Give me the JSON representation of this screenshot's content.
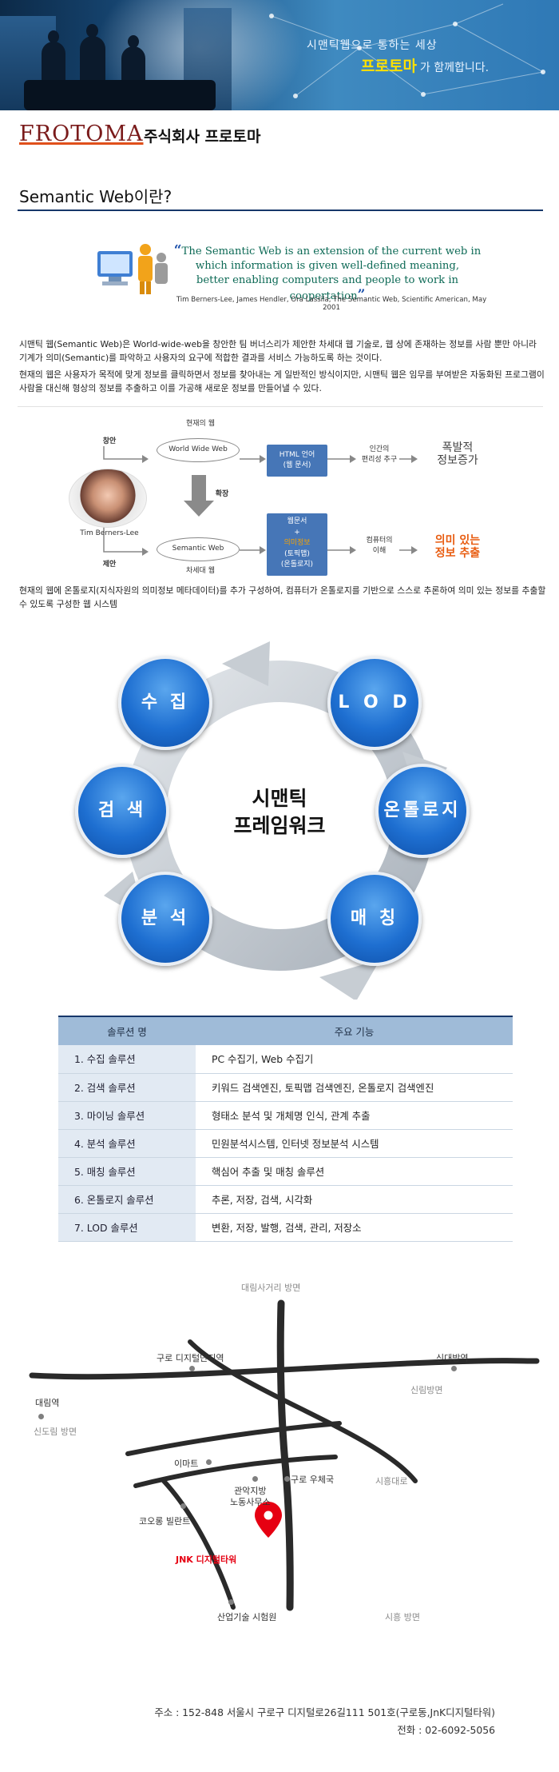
{
  "banner": {
    "slogan_line1": "시맨틱웹으로 통하는 세상",
    "slogan_brand": "프로토마",
    "slogan_rest": "가 함께합니다."
  },
  "company": {
    "logo_text": "FROTOMA",
    "name": "주식회사 프로토마"
  },
  "section": {
    "title": "Semantic Web이란?"
  },
  "quote": {
    "line1": "The Semantic Web is an extension of the current web in",
    "line2": "which information is given well-defined meaning,",
    "line3": "better enabling computers and people to work in coopertation",
    "open_mark": "“",
    "close_mark": "”",
    "citation": "Tim Berners-Lee, James Hendler, Ora Lassila, The Semantic Web, Scientific American, May 2001"
  },
  "paragraphs": {
    "p1": "시맨틱 웹(Semantic Web)은 World-wide-web을 창안한 팀 버너스리가 제안한 차세대 웹 기술로, 웹 상에 존재하는 정보를 사람 뿐만 아니라 기계가 의미(Semantic)를 파악하고 사용자의 요구에 적합한 결과를 서비스 가능하도록 하는 것이다.",
    "p2": "현재의 웹은 사용자가 목적에 맞게 정보를 클릭하면서 정보를 찾아내는 게 일반적인 방식이지만, 시맨틱 웹은 임무를 부여받은 자동화된 프로그램이 사람을 대신해 형상의 정보를 추출하고 이를 가공해 새로운 정보를 만들어낼 수 있다.",
    "p3": "현재의 웹에 온톨로지(지식자원의 의미정보 메타데이터)를 추가 구성하여, 컴퓨터가 온톨로지를 기반으로 스스로 추론하여 의미 있는 정보를 추출할 수 있도록 구성한 웹 시스템"
  },
  "diagram": {
    "current_web_label": "현재의 웹",
    "next_web_label": "차세대 웹",
    "invent_label": "창안",
    "propose_label": "제안",
    "expand_label": "확장",
    "person_name": "Tim Berners-Lee",
    "www": "World Wide Web",
    "semantic_web": "Semantic Web",
    "html_box_line1": "HTML 언어",
    "html_box_line2": "(웹 문서)",
    "semantic_box_line1": "웹문서",
    "semantic_box_line2": "+",
    "semantic_box_line3": "의미정보",
    "semantic_box_line4": "(토픽맵)",
    "semantic_box_line5": "(온톨로지)",
    "human_line1": "인간의",
    "human_line2": "편리성 추구",
    "computer_line1": "컴퓨터의",
    "computer_line2": "이해",
    "result1_line1": "폭발적",
    "result1_line2": "정보증가",
    "result2_line1": "의미 있는",
    "result2_line2": "정보 추출"
  },
  "framework": {
    "center_line1": "시맨틱",
    "center_line2": "프레임워크",
    "nodes": {
      "collect": "수 집",
      "lod": "L O D",
      "ontology": "온톨로지",
      "matching": "매 칭",
      "analysis": "분 석",
      "search": "검 색"
    }
  },
  "solutions": {
    "headers": {
      "name": "솔루션 명",
      "features": "주요 기능"
    },
    "rows": [
      {
        "name": "1. 수집 솔루션",
        "features": "PC 수집기, Web 수집기"
      },
      {
        "name": "2. 검색 솔루션",
        "features": "키워드 검색엔진, 토픽맵 검색엔진, 온톨로지 검색엔진"
      },
      {
        "name": "3. 마이닝 솔루션",
        "features": "형태소 분석 및 개체명 인식, 관계 추출"
      },
      {
        "name": "4. 분석 솔루션",
        "features": "민원분석시스템, 인터넷 정보분석 시스템"
      },
      {
        "name": "5. 매칭 솔루션",
        "features": "핵심어 추출 및 매칭 솔루션"
      },
      {
        "name": "6. 온톨로지 솔루션",
        "features": "추론, 저장, 검색, 시각화"
      },
      {
        "name": "7. LOD 솔루션",
        "features": "변환, 저장, 발행, 검색, 관리, 저장소"
      }
    ]
  },
  "map": {
    "daerim_sageori": "대림사거리 방면",
    "guro_digital": "구로 디지털단지역",
    "sindaebang": "신대방역",
    "sillim": "신림방면",
    "daerim_station": "대림역",
    "sindorim": "신도림 방면",
    "emart": "이마트",
    "labor_office_line1": "관악지방",
    "labor_office_line2": "노동사무소",
    "guro_post": "구로 우체국",
    "siheung_road": "시흥대로",
    "kolon": "코오롱 빌란트",
    "jnk": "JNK 디지털타워",
    "kitech": "산업기술 시험원",
    "siheung_dir": "시흥 방면"
  },
  "contact": {
    "address": "주소 : 152-848 서울시 구로구 디지털로26길111 501호(구로동,JnK디지털타워)",
    "phone": "전화 : 02-6092-5056"
  },
  "colors": {
    "navy": "#16376a",
    "circle_blue": "#1e6fd1",
    "brand_yellow": "#ffe000",
    "highlight_orange": "#e85c10",
    "pin_red": "#e60012"
  }
}
